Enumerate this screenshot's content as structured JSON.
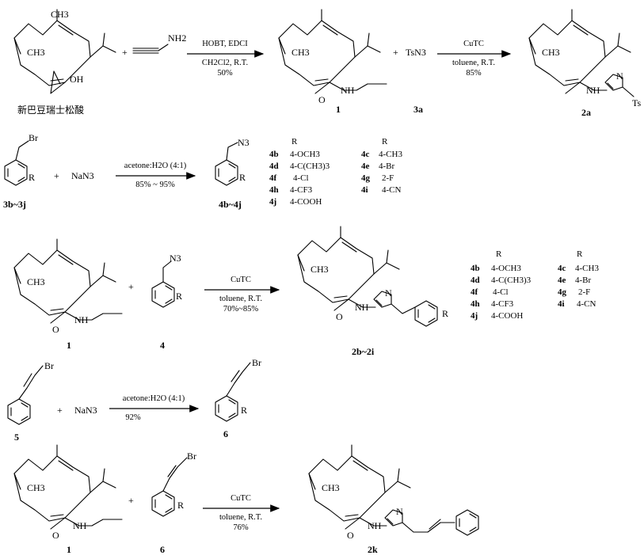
{
  "row1": {
    "start_name": "新巴豆瑞士松酸",
    "start_ch3": "CH3",
    "start_ch3_b": "CH3",
    "start_oh": "OH",
    "amine": "NH2",
    "plus1": "+",
    "cond1_top": "HOBT, EDCI",
    "cond1_mid": "CH2Cl2, R.T.",
    "cond1_yield": "50%",
    "prod1": "1",
    "prod1_nh": "NH",
    "prod1_o": "O",
    "plus2": "+",
    "reagent": "TsN3",
    "reagent_label": "3a",
    "cond2_top": "CuTC",
    "cond2_mid": "toluene, R.T.",
    "cond2_yield": "85%",
    "prod2": "2a",
    "prod2_nh": "NH",
    "prod2_n": "N",
    "prod2_ts": "Ts",
    "ch3": "CH3"
  },
  "row2": {
    "sm_br": "Br",
    "sm_r": "R",
    "sm_label": "3b~3j",
    "plus": "+",
    "azide": "NaN3",
    "cond_top": "acetone:H2O (4:1)",
    "cond_yield": "85% ~ 95%",
    "prod_n3": "N3",
    "prod_r": "R",
    "prod_label": "4b~4j",
    "table_head": "R",
    "table": [
      {
        "id": "4b",
        "r": "4-OCH3"
      },
      {
        "id": "4c",
        "r": "4-CH3"
      },
      {
        "id": "4d",
        "r": "4-C(CH3)3"
      },
      {
        "id": "4e",
        "r": "4-Br"
      },
      {
        "id": "4f",
        "r": "4-Cl"
      },
      {
        "id": "4g",
        "r": "2-F"
      },
      {
        "id": "4h",
        "r": "4-CF3"
      },
      {
        "id": "4i",
        "r": "4-CN"
      },
      {
        "id": "4j",
        "r": "4-COOH"
      }
    ]
  },
  "row3": {
    "sm_label": "1",
    "plus": "+",
    "azide_n3": "N3",
    "azide_r": "R",
    "azide_label": "4",
    "cond_top": "CuTC",
    "cond_mid": "toluene, R.T.",
    "cond_yield": "70%~85%",
    "prod_label": "2b~2i",
    "prod_nh": "NH",
    "prod_n": "N",
    "prod_o": "O",
    "prod_r": "R",
    "table_head": "R",
    "table": [
      {
        "id": "4b",
        "r": "4-OCH3"
      },
      {
        "id": "4c",
        "r": "4-CH3"
      },
      {
        "id": "4d",
        "r": "4-C(CH3)3"
      },
      {
        "id": "4e",
        "r": "4-Br"
      },
      {
        "id": "4f",
        "r": "4-Cl"
      },
      {
        "id": "4g",
        "r": "2-F"
      },
      {
        "id": "4h",
        "r": "4-CF3"
      },
      {
        "id": "4i",
        "r": "4-CN"
      },
      {
        "id": "4j",
        "r": "4-COOH"
      }
    ]
  },
  "row4": {
    "sm_br": "Br",
    "sm_label": "5",
    "plus": "+",
    "azide": "NaN3",
    "cond_top": "acetone:H2O (4:1)",
    "cond_yield": "92%",
    "prod_br": "Br",
    "prod_r": "R",
    "prod_label": "6"
  },
  "row5": {
    "sm_label": "1",
    "plus": "+",
    "reag_br": "Br",
    "reag_r": "R",
    "reag_label": "6",
    "cond_top": "CuTC",
    "cond_mid": "toluene, R.T.",
    "cond_yield": "76%",
    "prod_label": "2k",
    "prod_nh": "NH",
    "prod_n": "N",
    "prod_o": "O"
  }
}
